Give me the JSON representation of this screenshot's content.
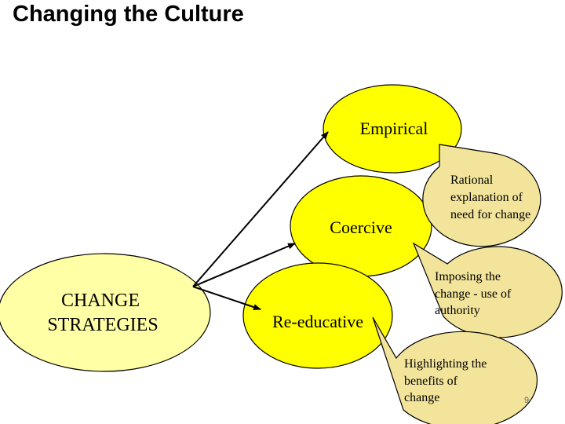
{
  "slide": {
    "title": "Changing the Culture",
    "page_number": "9"
  },
  "main_node": {
    "lines": [
      "CHANGE",
      "STRATEGIES"
    ]
  },
  "strategies": [
    {
      "label": "Empirical"
    },
    {
      "label": "Coercive"
    },
    {
      "label": "Re-educative"
    }
  ],
  "callouts": [
    {
      "lines": [
        "Rational",
        "explanation of",
        "need for change"
      ]
    },
    {
      "lines": [
        "Imposing the",
        "change - use of",
        "authority"
      ]
    },
    {
      "lines": [
        "Highlighting the",
        "benefits of",
        "change"
      ]
    }
  ],
  "colors": {
    "main_fill": "#FFFFA6",
    "strategy_fill": "#FFFF00",
    "callout_fill": "#F2E49B",
    "outline": "#000000"
  }
}
